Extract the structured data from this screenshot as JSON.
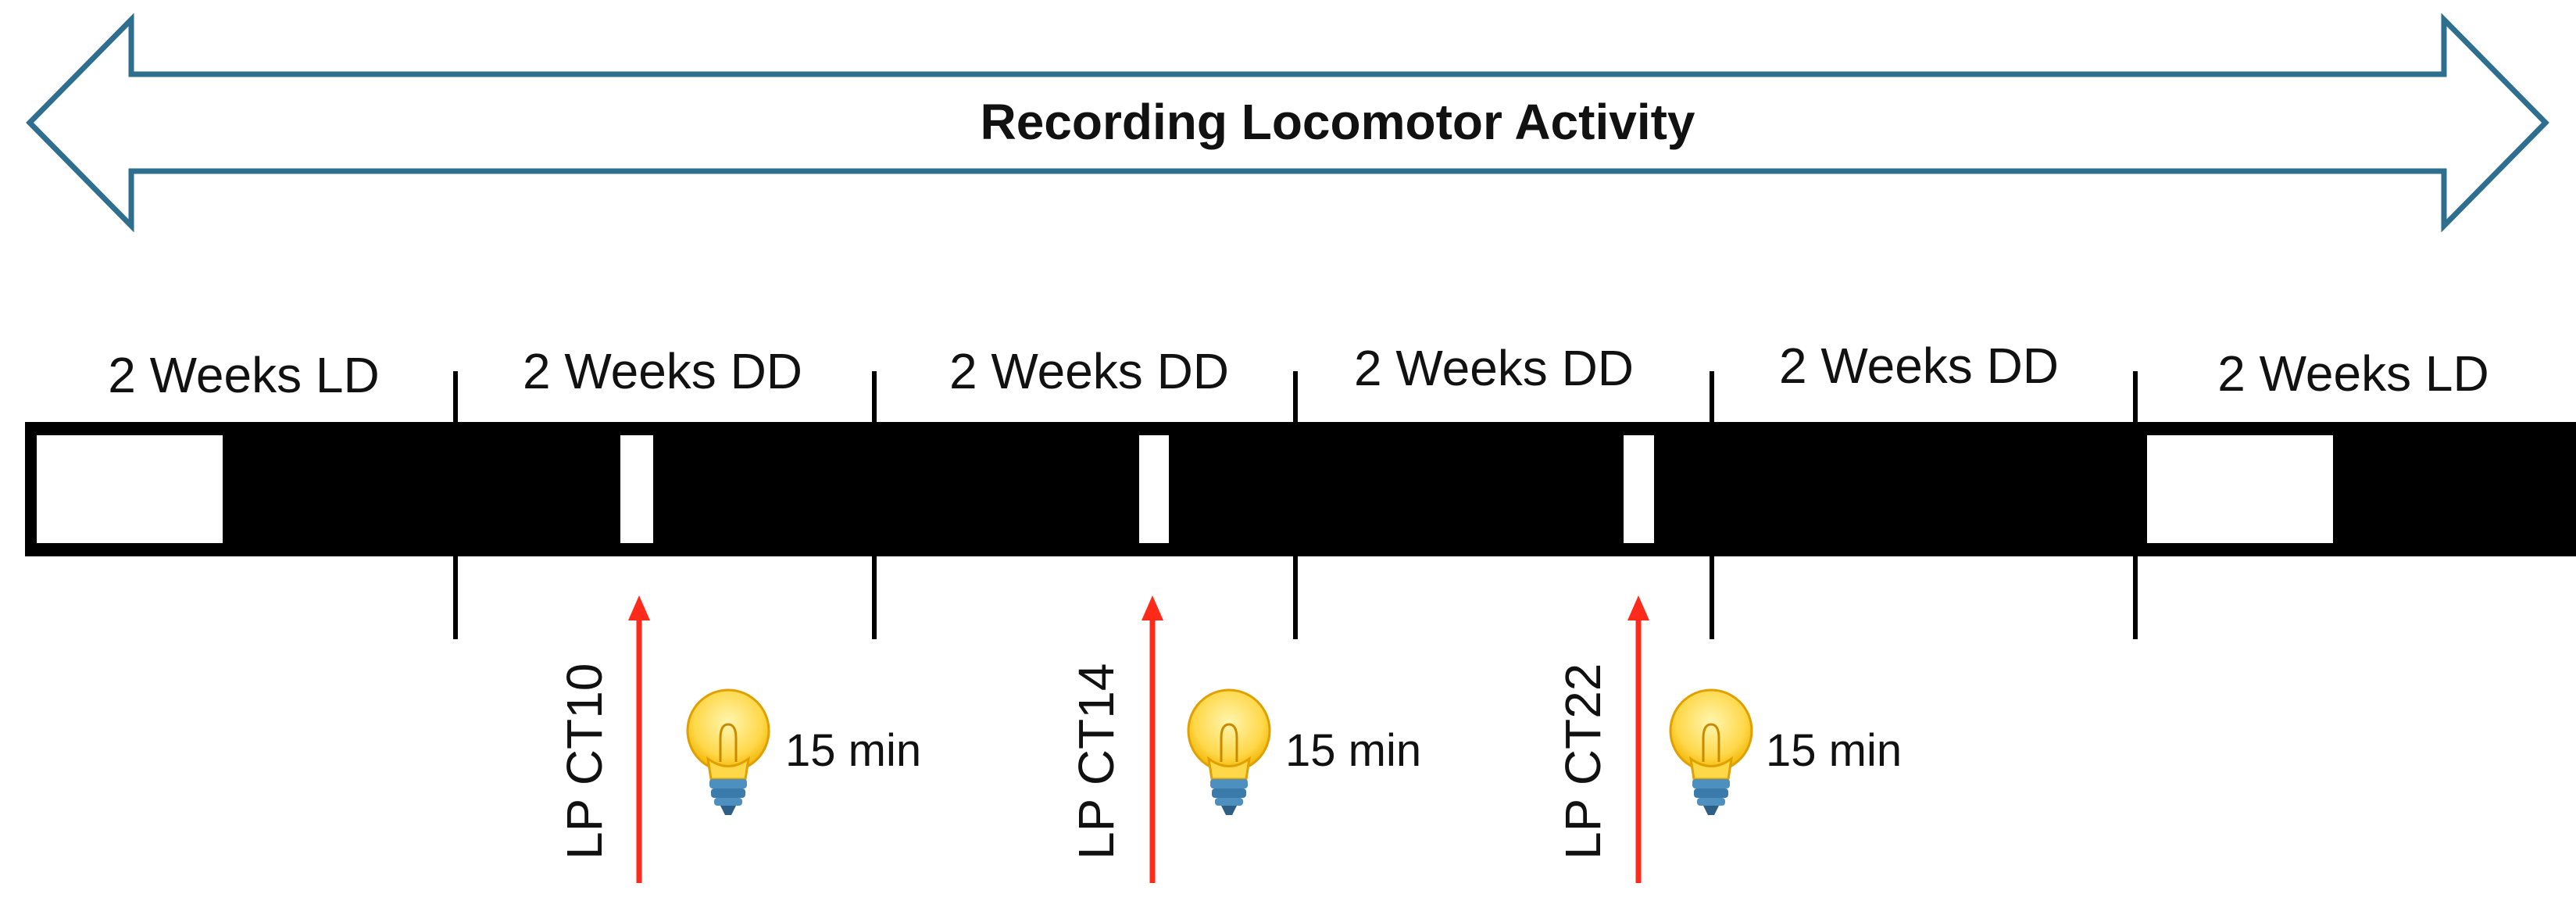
{
  "title": "Recording Locomotor Activity",
  "colors": {
    "arrow_stroke": "#2e6e8e",
    "bar": "#000000",
    "light_block": "#ffffff",
    "pulse_arrow": "#ff2a1a",
    "bulb_glass": "#ffd84a",
    "bulb_base": "#4d8fbf"
  },
  "phases": [
    {
      "label": "2 Weeks LD",
      "condition": "LD"
    },
    {
      "label": "2 Weeks DD",
      "condition": "DD"
    },
    {
      "label": "2 Weeks DD",
      "condition": "DD"
    },
    {
      "label": "2 Weeks DD",
      "condition": "DD"
    },
    {
      "label": "2 Weeks DD",
      "condition": "DD"
    },
    {
      "label": "2 Weeks LD",
      "condition": "LD"
    }
  ],
  "light_pulses": [
    {
      "label": "LP CT10",
      "duration": "15 min",
      "icon": "light-bulb-icon"
    },
    {
      "label": "LP CT14",
      "duration": "15 min",
      "icon": "light-bulb-icon"
    },
    {
      "label": "LP CT22",
      "duration": "15 min",
      "icon": "light-bulb-icon"
    }
  ]
}
